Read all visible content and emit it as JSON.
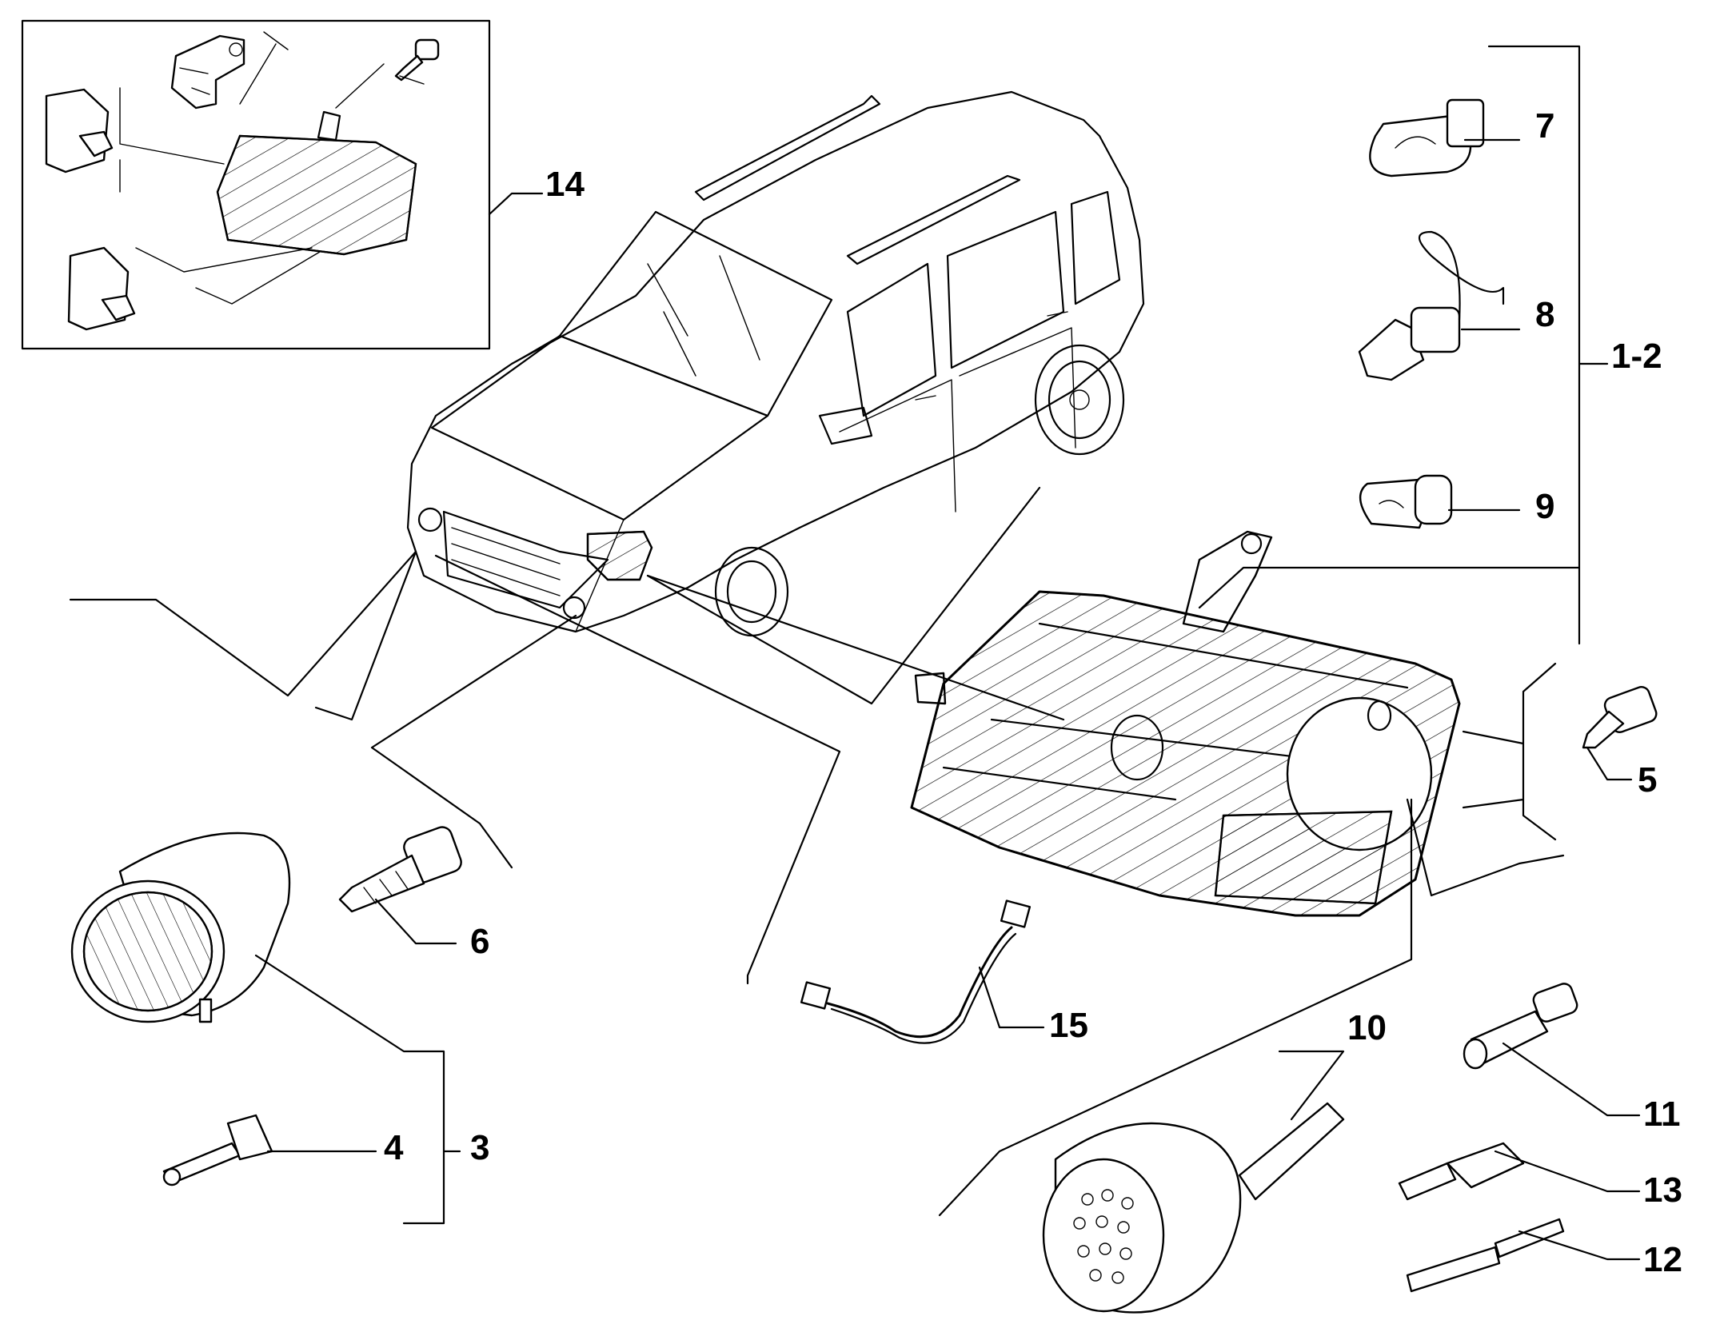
{
  "callouts": {
    "c14": "14",
    "c7": "7",
    "c8": "8",
    "c12_group": "1-2",
    "c9": "9",
    "c5": "5",
    "c6": "6",
    "c3": "3",
    "c4": "4",
    "c15": "15",
    "c10": "10",
    "c11": "11",
    "c13": "13",
    "c12": "12"
  },
  "colors": {
    "line": "#000000",
    "background": "#ffffff"
  }
}
